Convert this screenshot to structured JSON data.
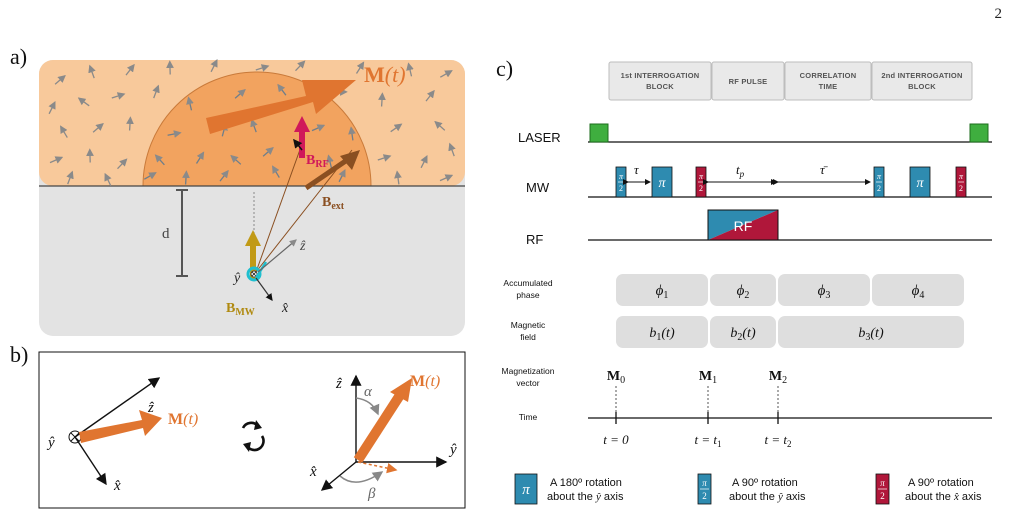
{
  "page": {
    "number": "2"
  },
  "panel_labels": {
    "a": "a)",
    "b": "b)",
    "c": "c)"
  },
  "panel_a": {
    "M_label_main": "M",
    "M_label_arg": "(t)",
    "B_RF_main": "B",
    "B_RF_sub": "RF",
    "B_ext_main": "B",
    "B_ext_sub": "ext",
    "B_MW_main": "B",
    "B_MW_sub": "MW",
    "d_label": "d",
    "axis_y": "ŷ",
    "axis_z": "ẑ",
    "axis_x": "x̂"
  },
  "panel_b": {
    "left_axis_y": "ŷ",
    "left_axis_z": "ẑ",
    "left_axis_x": "x̂",
    "left_M_main": "M",
    "left_M_arg": "(t)",
    "right_axis_z": "ẑ",
    "right_axis_y": "ŷ",
    "right_axis_x": "x̂",
    "right_M_main": "M",
    "right_M_arg": "(t)",
    "alpha": "α",
    "beta": "β"
  },
  "panel_c": {
    "blocks": [
      {
        "line1": "1st INTERROGATION",
        "line2": "BLOCK"
      },
      {
        "line1": "RF PULSE",
        "line2": ""
      },
      {
        "line1": "CORRELATION",
        "line2": "TIME"
      },
      {
        "line1": "2nd INTERROGATION",
        "line2": "BLOCK"
      }
    ],
    "rows": {
      "laser": "LASER",
      "mw": "MW",
      "rf": "RF"
    },
    "rf_pulse_label": "RF",
    "mw_pi": "π",
    "mw_half_num": "π",
    "mw_half_den": "2",
    "tau": "τ",
    "t_p_main": "t",
    "t_p_sub": "p",
    "tau_bar": "τ̄",
    "accumulated_phase": {
      "line1": "Accumulated",
      "line2": "phase",
      "cells": [
        {
          "main": "ϕ",
          "sub": "1"
        },
        {
          "main": "ϕ",
          "sub": "2"
        },
        {
          "main": "ϕ",
          "sub": "3"
        },
        {
          "main": "ϕ",
          "sub": "4"
        }
      ]
    },
    "magnetic_field": {
      "line1": "Magnetic",
      "line2": "field",
      "cells": [
        {
          "main": "b",
          "sub": "1",
          "arg": "(t)"
        },
        {
          "main": "b",
          "sub": "2",
          "arg": "(t)"
        },
        {
          "main": "b",
          "sub": "3",
          "arg": "(t)"
        }
      ]
    },
    "magnetization": {
      "line1": "Magnetization",
      "line2": "vector",
      "vectors": [
        {
          "main": "M",
          "sub": "0"
        },
        {
          "main": "M",
          "sub": "1"
        },
        {
          "main": "M",
          "sub": "2"
        }
      ]
    },
    "time": {
      "label": "Time",
      "ticks": [
        {
          "pre": "t = 0",
          "sub": ""
        },
        {
          "pre": "t = t",
          "sub": "1"
        },
        {
          "pre": "t = t",
          "sub": "2"
        }
      ]
    },
    "legend": [
      {
        "line1": "A 180º rotation",
        "line2_pre": "about the ",
        "axis": "ŷ",
        "line2_post": " axis"
      },
      {
        "line1": "A 90º rotation",
        "line2_pre": "about the ",
        "axis": "ŷ",
        "line2_post": " axis"
      },
      {
        "line1": "A 90º rotation",
        "line2_pre": "about the ",
        "axis": "x̂",
        "line2_post": " axis"
      }
    ]
  },
  "colors": {
    "orange": "#e07530",
    "sample_fill": "#f8c99b",
    "hemisphere_fill": "#f2a35f",
    "substrate": "#e3e3e3",
    "nv_blue": "#2e8bb0",
    "nv_red": "#b0173a",
    "laser_green": "#3fae3f",
    "b_rf": "#d0185a",
    "b_ext": "#8a4f21",
    "b_mw": "#c19a16",
    "cyan": "#1fbfcf"
  }
}
